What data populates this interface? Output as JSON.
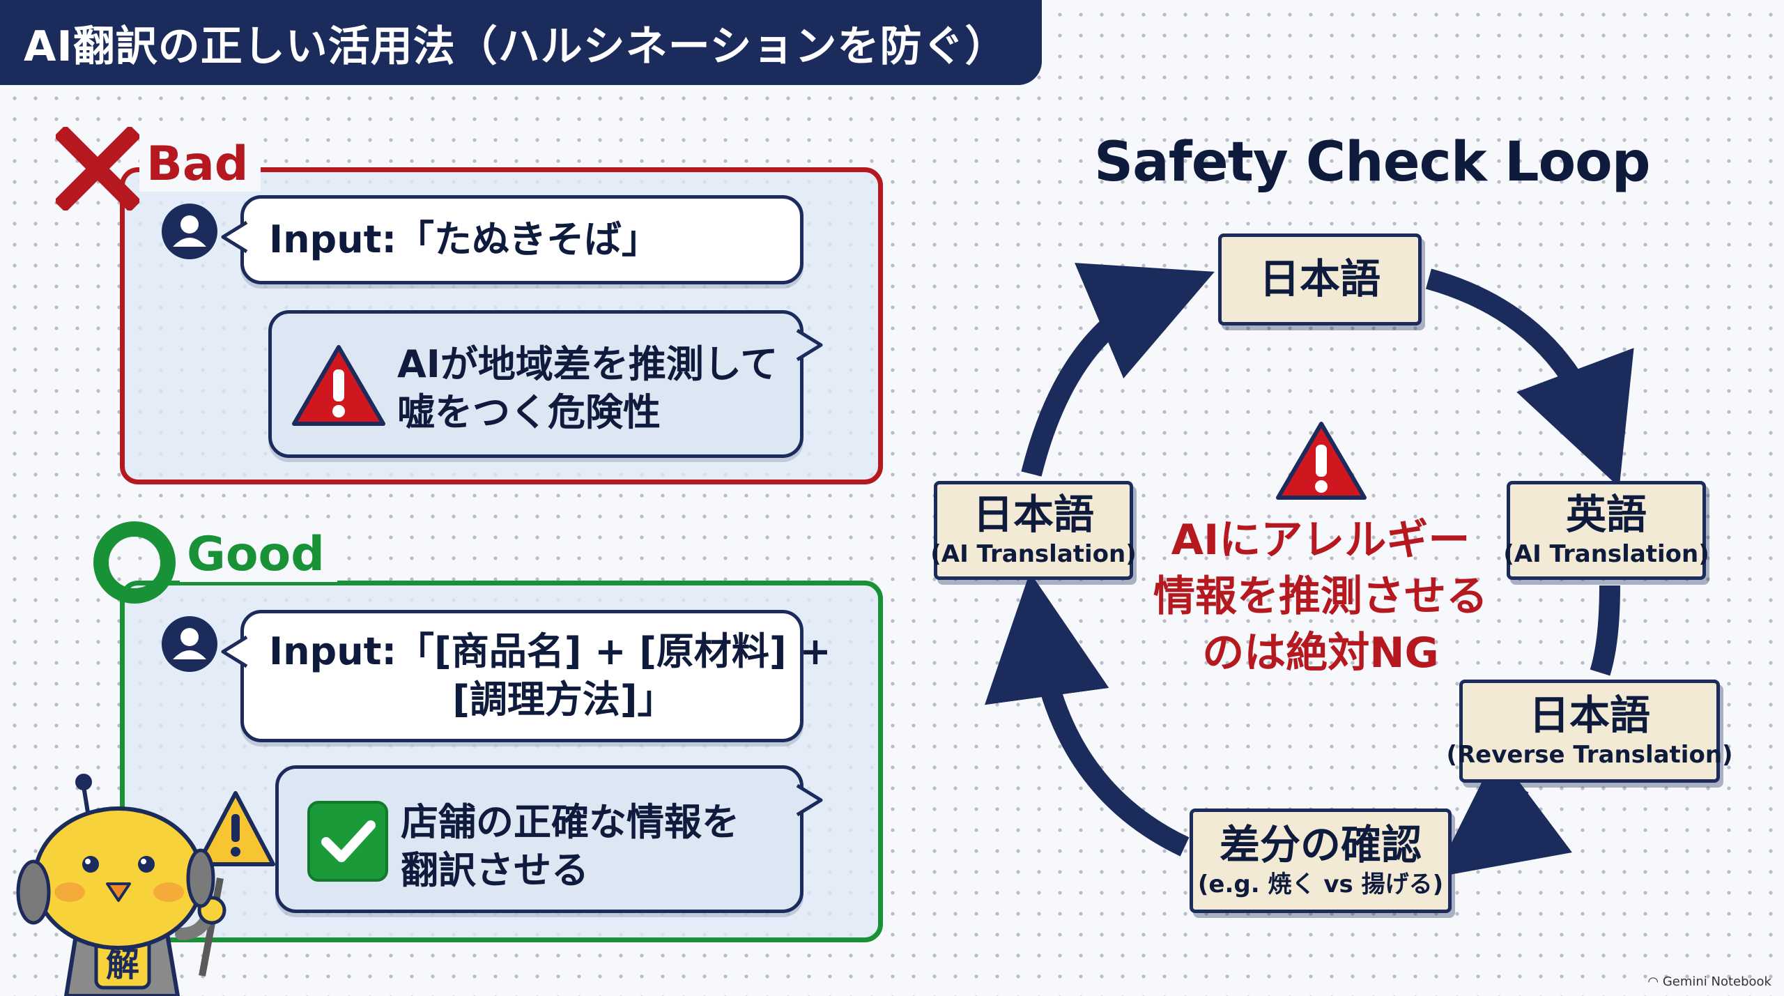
{
  "title": "AI翻訳の正しい活用法（ハルシネーションを防ぐ）",
  "bad": {
    "label": "Bad",
    "input_text": "Input:「たぬきそば」",
    "result_text": "AIが地域差を推測して\n嘘をつく危険性",
    "icon": "warning-triangle-icon"
  },
  "good": {
    "label": "Good",
    "input_text": "Input:「[商品名] + [原材料] +\n              [調理方法]」",
    "result_text": "店舗の正確な情報を\n翻訳させる",
    "icon": "checkmark-icon"
  },
  "mascot": {
    "badge": "解"
  },
  "loop": {
    "title": "Safety Check Loop",
    "nodes": {
      "top": {
        "main": "日本語"
      },
      "right": {
        "main": "英語",
        "sub": "(AI Translation)"
      },
      "lower_right": {
        "main": "日本語",
        "sub": "(Reverse Translation)"
      },
      "bottom": {
        "main": "差分の確認",
        "sub": "(e.g. 焼く vs 揚げる)"
      },
      "left": {
        "main": "日本語",
        "sub": "(AI Translation)"
      }
    },
    "center_warning": "AIにアレルギー\n情報を推測させる\nのは絶対NG"
  },
  "colors": {
    "navy": "#1a2b5c",
    "bad_red": "#b5191f",
    "good_green": "#199137",
    "node_fill": "#f3ead6"
  },
  "footer": "Gemini Notebook"
}
